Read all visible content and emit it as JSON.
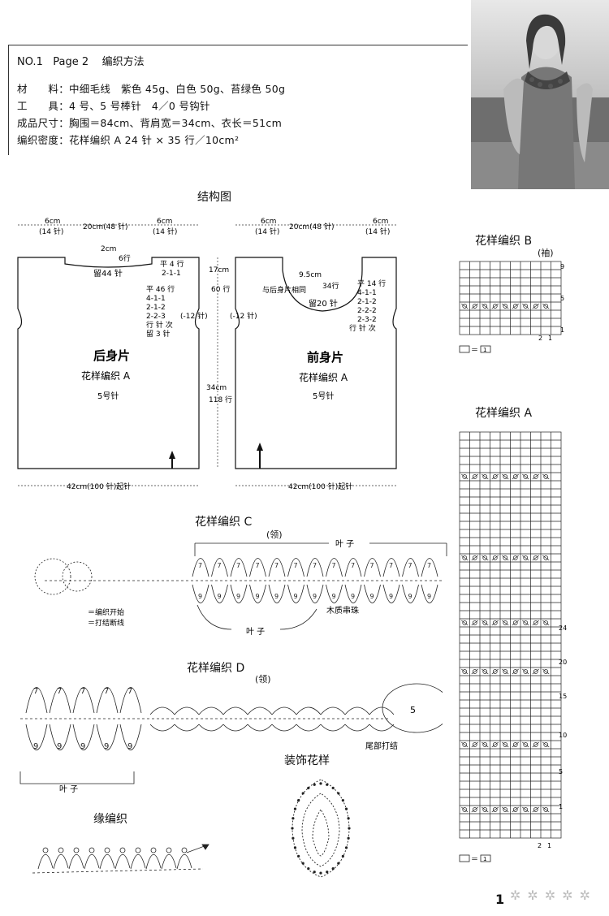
{
  "header": {
    "title_no": "NO.1",
    "title_page": "Page 2",
    "title_method": "编织方法",
    "materials": "材　　料：中细毛线　紫色 45g、白色 50g、苔绿色 50g",
    "tools": "工　　具：4 号、5 号棒针　4／0 号钩针",
    "size": "成品尺寸：胸围＝84cm、背肩宽＝34cm、衣长＝51cm",
    "gauge": "编织密度：花样编织 A  24 针 × 35 行／10cm²"
  },
  "structure": {
    "title": "结构图",
    "back": {
      "name": "后身片",
      "pattern": "花样编织 A",
      "needle": "5号针",
      "top_left": "6cm",
      "top_left_st": "(14 针)",
      "top_mid": "20cm(48 针)",
      "top_right": "6cm",
      "top_right_st": "(14 针)",
      "neck_depth": "2cm",
      "neck_rows": "6行",
      "neck_bind": "留44 针",
      "shoulder_a": "平 4 行",
      "shoulder_b": "2-1-1",
      "arm_1": "平 46 行",
      "arm_2": "4-1-1",
      "arm_3": "2-1-2",
      "arm_4": "2-2-3",
      "arm_5": "行 针 次",
      "arm_6": "留 3 针",
      "arm_side": "(-12 针)",
      "bottom": "42cm(100 针)起针"
    },
    "mid": {
      "armhole": "17cm",
      "armhole_rows": "60 行",
      "body": "34cm",
      "body_rows": "118 行",
      "same_note": "与后身片相同"
    },
    "front": {
      "name": "前身片",
      "pattern": "花样编织 A",
      "needle": "5号针",
      "top_left": "6cm",
      "top_left_st": "(14 针)",
      "top_mid": "20cm(48 针)",
      "top_right": "6cm",
      "top_right_st": "(14 针)",
      "neck_depth": "9.5cm",
      "neck_rows": "34行",
      "neck_bind": "留20 针",
      "arm_side": "(-12 针)",
      "n1": "平 14 行",
      "n2": "4-1-1",
      "n3": "2-1-2",
      "n4": "2-2-2",
      "n5": "2-3-2",
      "n6": "行 针 次",
      "bottom": "42cm(100 针)起针"
    }
  },
  "pattern_b": {
    "title": "花样编织 B",
    "sub": "(袖)",
    "row_nums": [
      "9",
      "5",
      "1"
    ],
    "col_nums": [
      "2",
      "1"
    ],
    "legend": "＝"
  },
  "pattern_a": {
    "title": "花样编织 A",
    "row_nums": [
      "24",
      "20",
      "15",
      "10",
      "5",
      "1"
    ],
    "col_nums": [
      "2",
      "1"
    ],
    "legend": "＝"
  },
  "pattern_c": {
    "title": "花样编织 C",
    "sub": "(领)",
    "leaf_top": "叶 子",
    "leaf_bottom": "叶 子",
    "bead": "木质串珠",
    "legend_start": "＝编织开始",
    "legend_end": "＝打结断线",
    "seven": "7",
    "nine": "9"
  },
  "pattern_d": {
    "title": "花样编织 D",
    "sub": "(领)",
    "leaf": "叶 子",
    "tail": "尾部打结",
    "five": "5",
    "seven": "7",
    "nine": "9"
  },
  "decor": {
    "title": "装饰花样"
  },
  "edge": {
    "title": "缘编织"
  },
  "page_number": "1"
}
